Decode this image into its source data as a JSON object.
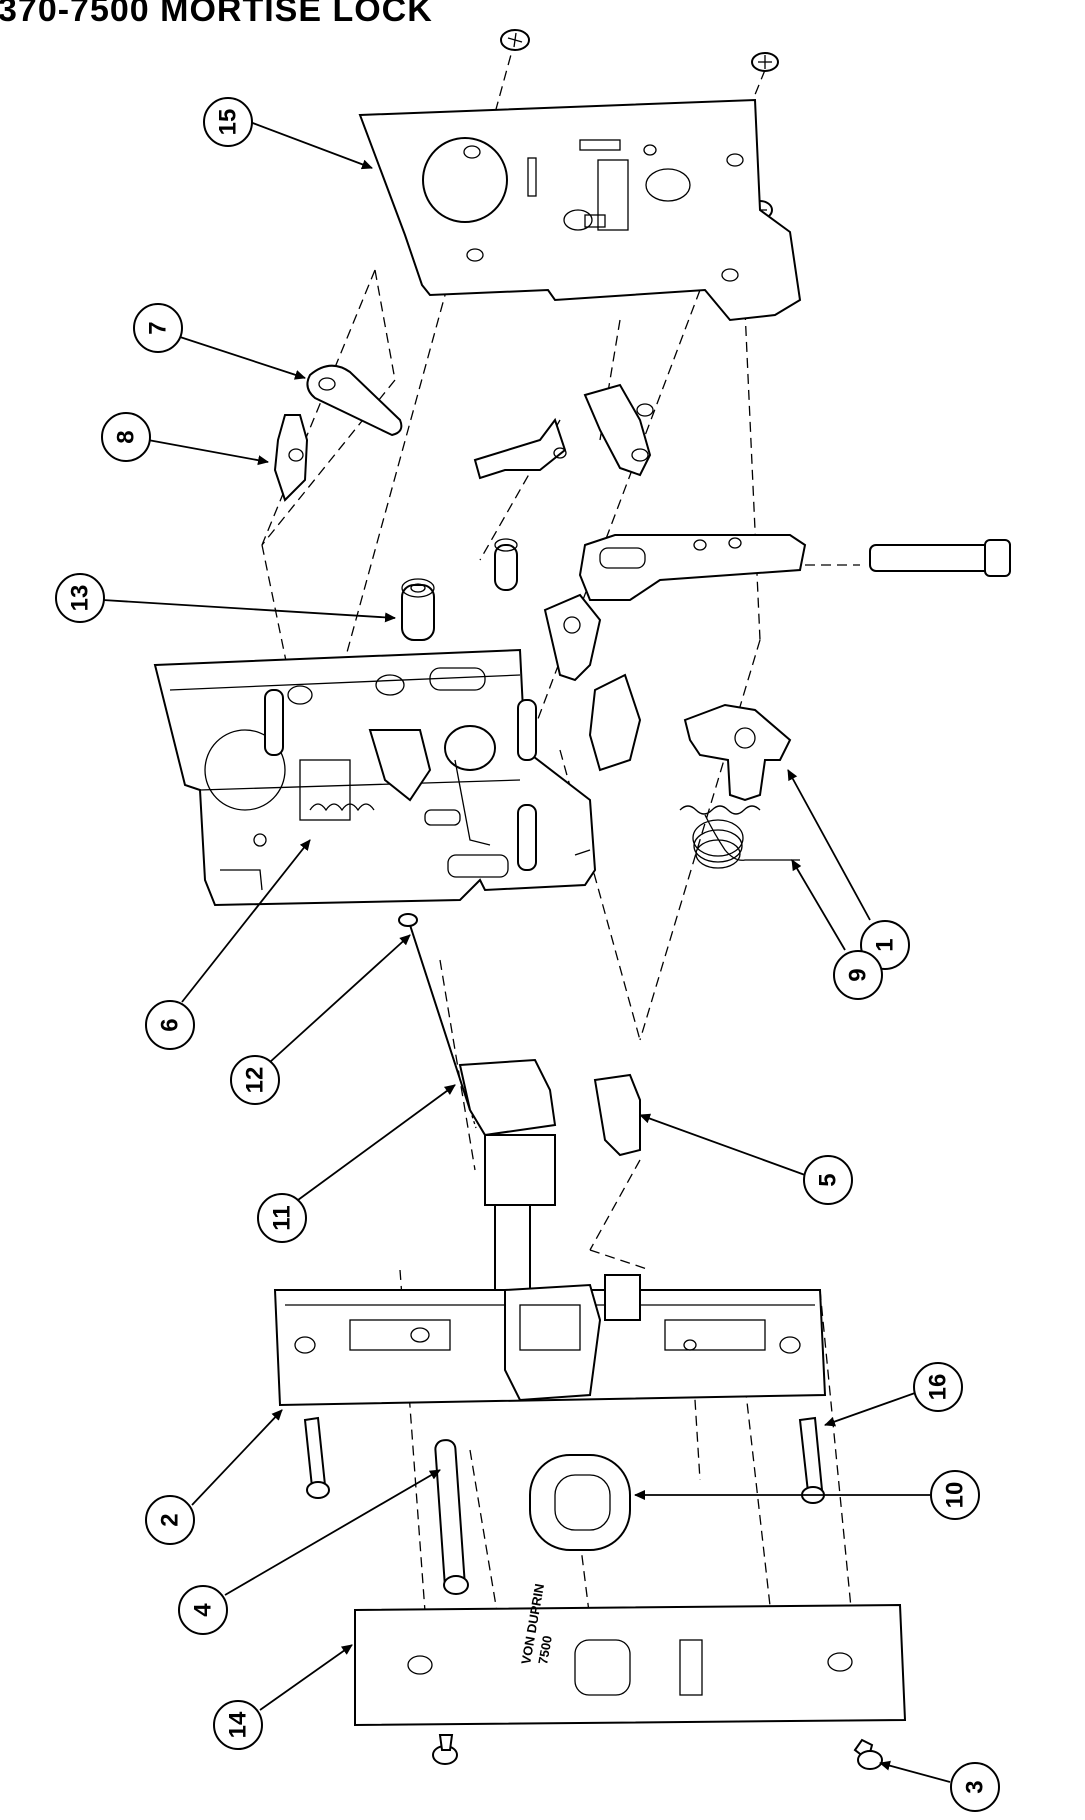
{
  "title": "370-7500 MORTISE LOCK",
  "faceplate_text": [
    "VON DUPRIN",
    "7500"
  ],
  "callouts": [
    "15",
    "7",
    "8",
    "13",
    "1",
    "9",
    "6",
    "12",
    "11",
    "5",
    "16",
    "2",
    "10",
    "4",
    "14",
    "3"
  ]
}
